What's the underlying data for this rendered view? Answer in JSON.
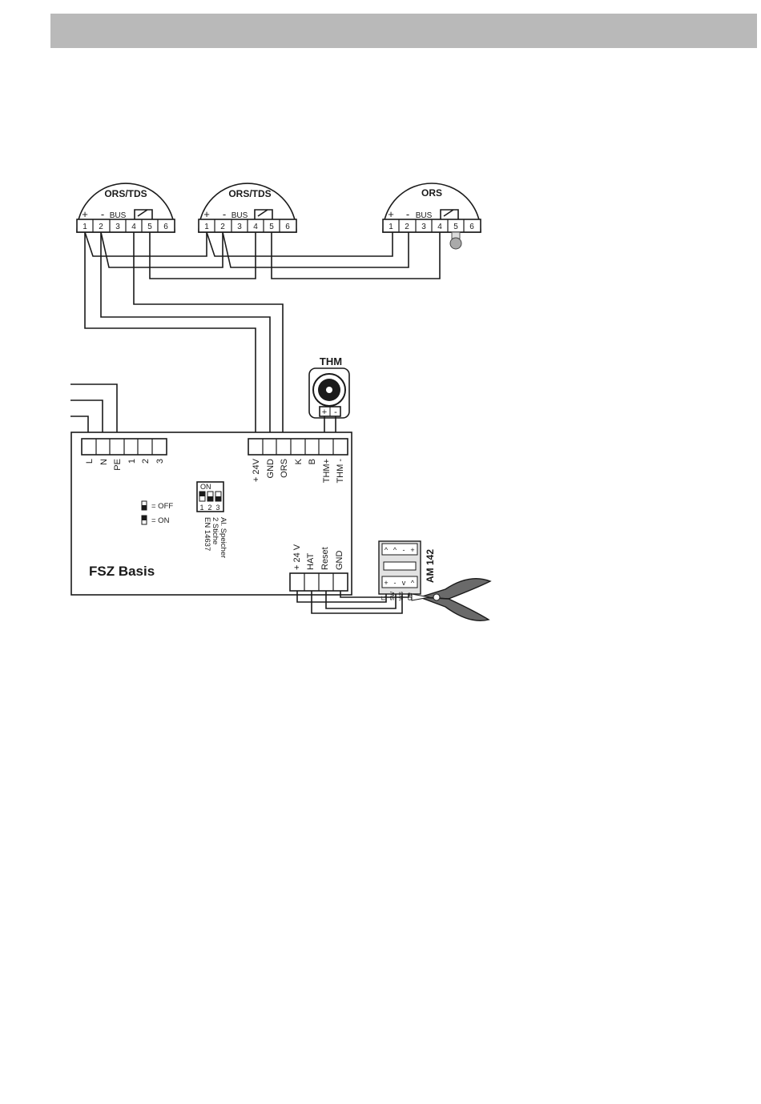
{
  "detectors": [
    {
      "name": "ORS/TDS",
      "plus": "+",
      "minus": "-",
      "bus": "BUS",
      "terminals": [
        "1",
        "2",
        "3",
        "4",
        "5",
        "6"
      ]
    },
    {
      "name": "ORS/TDS",
      "plus": "+",
      "minus": "-",
      "bus": "BUS",
      "terminals": [
        "1",
        "2",
        "3",
        "4",
        "5",
        "6"
      ]
    },
    {
      "name": "ORS",
      "plus": "+",
      "minus": "-",
      "bus": "BUS",
      "terminals": [
        "1",
        "2",
        "3",
        "4",
        "5",
        "6"
      ]
    }
  ],
  "thm": {
    "title": "THM",
    "plus": "+",
    "minus": "-"
  },
  "controller": {
    "name": "FSZ Basis",
    "mains_terminals": [
      "L",
      "N",
      "PE",
      "1",
      "2",
      "3"
    ],
    "signal_terminals": [
      "+ 24V",
      "GND",
      "ORS",
      "K",
      "B",
      "THM+",
      "THM -"
    ],
    "module_terminals": [
      "+ 24 V",
      "HAT",
      "Reset",
      "GND"
    ],
    "dip": {
      "on_label": "ON",
      "numbers": [
        "1",
        "2",
        "3"
      ]
    },
    "legend": {
      "off": "= OFF",
      "on": "= ON"
    },
    "dip_notes": [
      "EN 14637",
      "2 Stiche",
      "Al. Speicher"
    ]
  },
  "am": {
    "title": "AM 142",
    "wire_labels": [
      "rt",
      "sw",
      "ws",
      "ge"
    ],
    "top_marks": [
      "^",
      "^",
      "-",
      "+"
    ],
    "bottom_marks": [
      "+",
      "-",
      "v",
      "^"
    ]
  },
  "colors": {
    "header": "#b9b9b9",
    "line": "#1a1a1a",
    "tool_grip": "#6a6a6a"
  }
}
